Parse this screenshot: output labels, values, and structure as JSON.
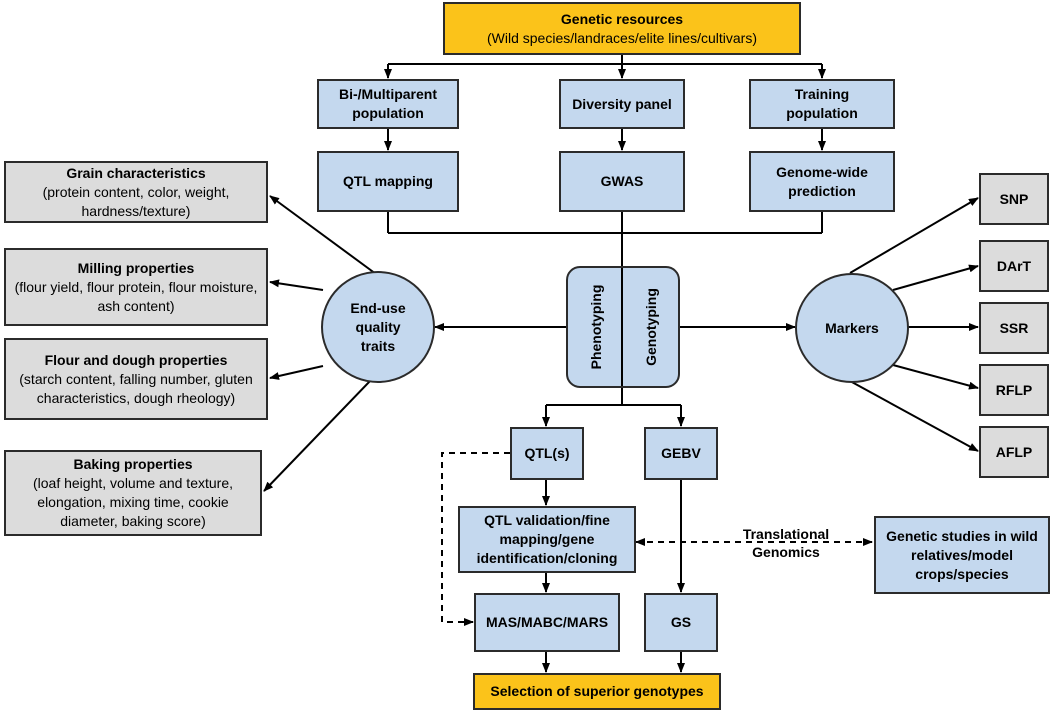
{
  "genetic_resources": {
    "title": "Genetic resources",
    "subtitle": "(Wild species/landraces/elite lines/cultivars)"
  },
  "populations": [
    {
      "label": "Bi-/Multiparent population"
    },
    {
      "label": "Diversity panel"
    },
    {
      "label": "Training population"
    }
  ],
  "methods": [
    {
      "label": "QTL mapping"
    },
    {
      "label": "GWAS"
    },
    {
      "label": "Genome-wide prediction"
    }
  ],
  "trait_boxes": [
    {
      "title": "Grain characteristics",
      "detail": "(protein content, color, weight, hardness/texture)"
    },
    {
      "title": "Milling properties",
      "detail": "(flour yield, flour protein, flour moisture, ash content)"
    },
    {
      "title": "Flour and dough properties",
      "detail": "(starch content, falling number, gluten characteristics, dough rheology)"
    },
    {
      "title": "Baking properties",
      "detail": "(loaf height, volume and texture, elongation, mixing time, cookie diameter, baking score)"
    }
  ],
  "end_use": {
    "label": "End-use quality traits"
  },
  "center": {
    "phenotyping": "Phenotyping",
    "genotyping": "Genotyping"
  },
  "markers": {
    "label": "Markers",
    "items": [
      "SNP",
      "DArT",
      "SSR",
      "RFLP",
      "AFLP"
    ]
  },
  "qtl": {
    "label": "QTL(s)"
  },
  "gebv": {
    "label": "GEBV"
  },
  "qtl_validation": {
    "label": "QTL validation/fine mapping/gene identification/cloning"
  },
  "translational": {
    "label": "Translational Genomics"
  },
  "genetic_studies": {
    "label": "Genetic studies in wild relatives/model crops/species"
  },
  "mas": {
    "label": "MAS/MABC/MARS"
  },
  "gs": {
    "label": "GS"
  },
  "selection": {
    "label": "Selection of superior genotypes"
  },
  "colors": {
    "box_blue": "#c4d8ee",
    "box_yellow": "#fbc31a",
    "box_grey": "#dcdcdc",
    "line": "#000000"
  }
}
